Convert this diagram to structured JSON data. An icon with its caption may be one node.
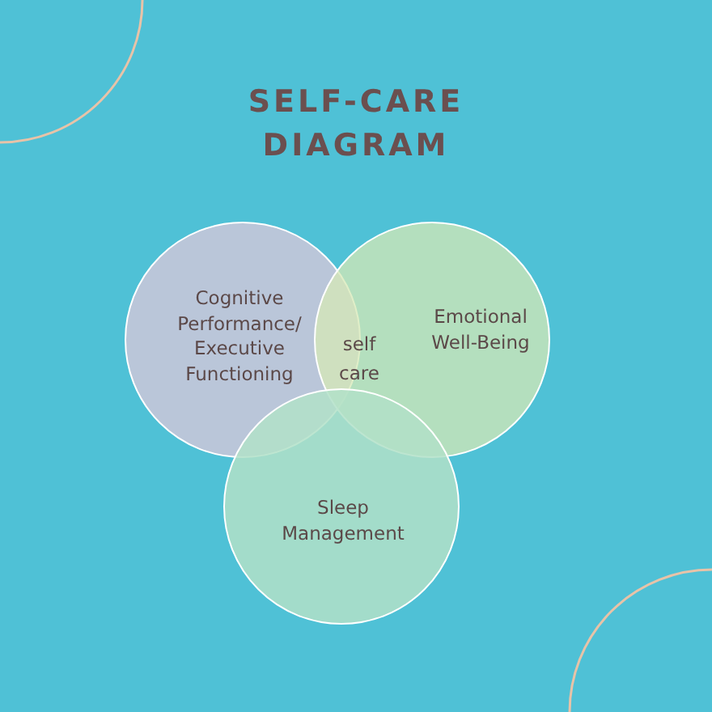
{
  "diagram": {
    "title": "SELF-CARE DIAGRAM",
    "nodes": [
      {
        "text": [
          "Cognitive Performance/ Executive Functioning"
        ]
      },
      {
        "text": [
          "Emotional Well-Being"
        ]
      },
      {
        "text": [
          "Sleep Management"
        ]
      }
    ],
    "labels": [
      "self care"
    ]
  }
}
